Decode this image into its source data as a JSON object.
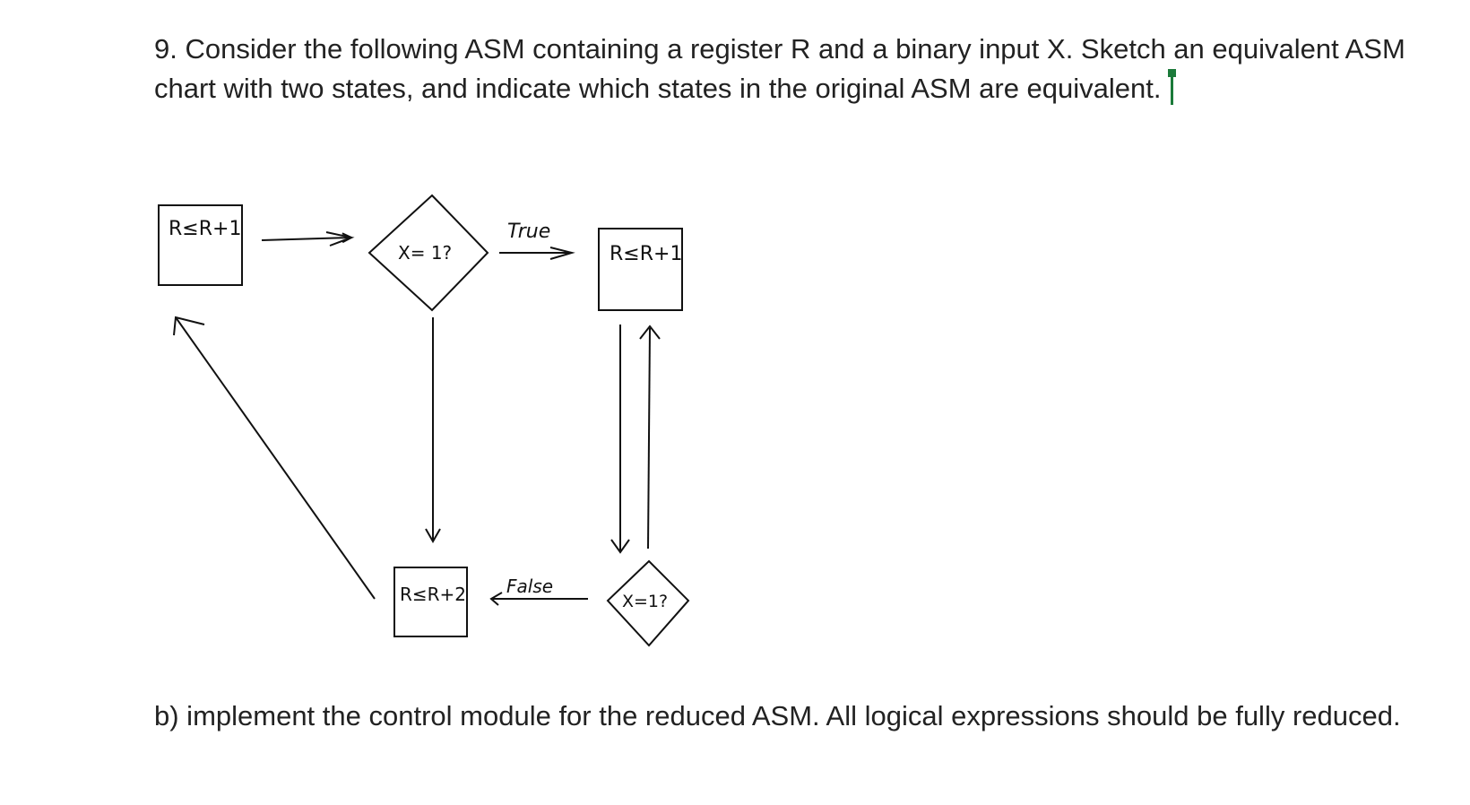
{
  "question": {
    "text": "9. Consider the following ASM containing a register R and a binary input X. Sketch an equivalent ASM chart with two states, and indicate which states in the original ASM are equivalent."
  },
  "diagram": {
    "state_top_left": "R≤R+1",
    "decision_top": "X= 1?",
    "label_true": "True",
    "state_top_right": "R≤R+1",
    "state_bottom": "R≤R+2",
    "label_false": "False",
    "decision_bottom": "X=1?"
  },
  "part_b": {
    "text": "b) implement the control module for the reduced ASM. All logical expressions should be fully reduced."
  }
}
